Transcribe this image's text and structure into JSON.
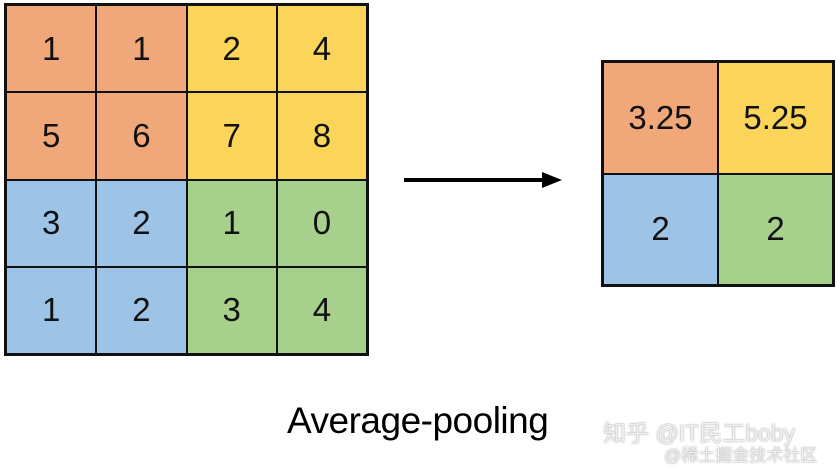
{
  "colors": {
    "orange": "#f0a779",
    "yellow": "#fbd45a",
    "blue": "#9dc3e6",
    "green": "#a8d08d",
    "border": "#111111",
    "arrow": "#000000"
  },
  "input_grid": {
    "rows": [
      [
        {
          "value": "1",
          "region": "orange"
        },
        {
          "value": "1",
          "region": "orange"
        },
        {
          "value": "2",
          "region": "yellow"
        },
        {
          "value": "4",
          "region": "yellow"
        }
      ],
      [
        {
          "value": "5",
          "region": "orange"
        },
        {
          "value": "6",
          "region": "orange"
        },
        {
          "value": "7",
          "region": "yellow"
        },
        {
          "value": "8",
          "region": "yellow"
        }
      ],
      [
        {
          "value": "3",
          "region": "blue"
        },
        {
          "value": "2",
          "region": "blue"
        },
        {
          "value": "1",
          "region": "green"
        },
        {
          "value": "0",
          "region": "green"
        }
      ],
      [
        {
          "value": "1",
          "region": "blue"
        },
        {
          "value": "2",
          "region": "blue"
        },
        {
          "value": "3",
          "region": "green"
        },
        {
          "value": "4",
          "region": "green"
        }
      ]
    ]
  },
  "output_grid": {
    "rows": [
      [
        {
          "value": "3.25",
          "region": "orange"
        },
        {
          "value": "5.25",
          "region": "yellow"
        }
      ],
      [
        {
          "value": "2",
          "region": "blue"
        },
        {
          "value": "2",
          "region": "green"
        }
      ]
    ]
  },
  "caption": "Average-pooling",
  "watermark": {
    "line1": "知乎 @IT民工boby",
    "line2": "@稀土掘金技术社区"
  }
}
